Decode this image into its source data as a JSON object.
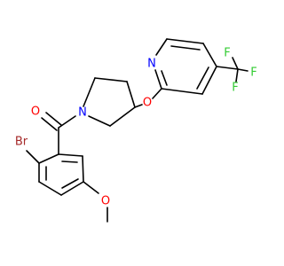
{
  "molecule": {
    "atoms": {
      "br": {
        "label": "Br",
        "color": "#a52a2a"
      },
      "o_carbonyl": {
        "label": "O",
        "color": "#ff0000"
      },
      "n_pyrrolidine": {
        "label": "N",
        "color": "#0000ff"
      },
      "o_ether": {
        "label": "O",
        "color": "#ff0000"
      },
      "n_pyridine": {
        "label": "N",
        "color": "#0000ff"
      },
      "f1": {
        "label": "F",
        "color": "#33cc33"
      },
      "f2": {
        "label": "F",
        "color": "#33cc33"
      },
      "f3": {
        "label": "F",
        "color": "#33cc33"
      },
      "o_methoxy": {
        "label": "O",
        "color": "#ff0000"
      }
    }
  }
}
